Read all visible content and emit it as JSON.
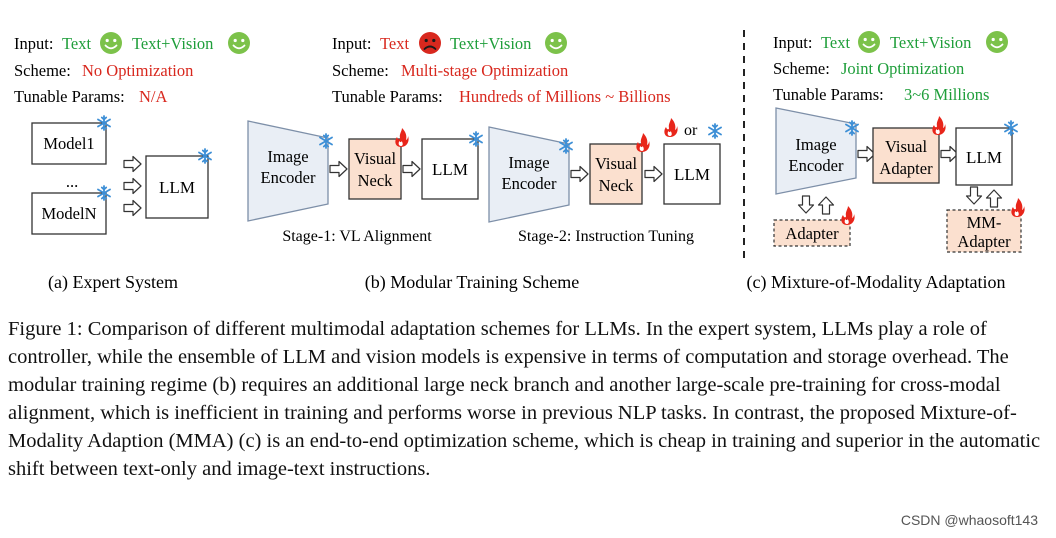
{
  "figure": {
    "labels": {
      "input": "Input:",
      "scheme": "Scheme:",
      "tunable": "Tunable Params:",
      "text": "Text",
      "text_vision": "Text+Vision",
      "or": "or"
    },
    "panels": {
      "a": {
        "scheme": "No Optimization",
        "params": "N/A",
        "model1": "Model1",
        "dots": "...",
        "modelN": "ModelN",
        "llm": "LLM",
        "caption": "(a) Expert System"
      },
      "b": {
        "scheme": "Multi-stage Optimization",
        "params": "Hundreds of  Millions ~ Billions",
        "image_encoder_l1": "Image",
        "image_encoder_l2": "Encoder",
        "visual_neck_l1": "Visual",
        "visual_neck_l2": "Neck",
        "llm": "LLM",
        "stage1": "Stage-1: VL Alignment",
        "stage2": "Stage-2: Instruction Tuning",
        "caption": "(b) Modular Training Scheme"
      },
      "c": {
        "scheme": "Joint Optimization",
        "params": "3~6 Millions",
        "image_encoder_l1": "Image",
        "image_encoder_l2": "Encoder",
        "visual_adapter_l1": "Visual",
        "visual_adapter_l2": "Adapter",
        "llm": "LLM",
        "adapter": "Adapter",
        "mm_adapter_l1": "MM-",
        "mm_adapter_l2": "Adapter",
        "caption": "(c) Mixture-of-Modality Adaptation"
      }
    },
    "icons": {
      "happy": "smiley-happy-icon",
      "sad": "smiley-sad-icon",
      "frozen": "snowflake-icon",
      "tunable": "flame-icon",
      "arrow": "hollow-arrow-icon"
    },
    "colors": {
      "good": "#1e9e3a",
      "bad": "#d8281e",
      "encoder_fill": "#e9eef5",
      "neck_fill": "#fbe0cf",
      "snow": "#3d8fd6",
      "fire": "#e8251a"
    }
  },
  "caption": "Figure 1: Comparison of different multimodal adaptation schemes for LLMs. In the expert system, LLMs play a role of controller, while the ensemble of LLM and vision models is expensive in terms of computation and storage overhead. The modular training regime (b) requires an additional large neck branch and another large-scale pre-training for cross-modal alignment, which is inefficient in training and performs worse in previous NLP tasks. In contrast, the proposed Mixture-of-Modality Adaption (MMA) (c) is an end-to-end optimization scheme, which is cheap in training and superior in the automatic shift between text-only and image-text instructions.",
  "watermark": "CSDN @whaosoft143"
}
